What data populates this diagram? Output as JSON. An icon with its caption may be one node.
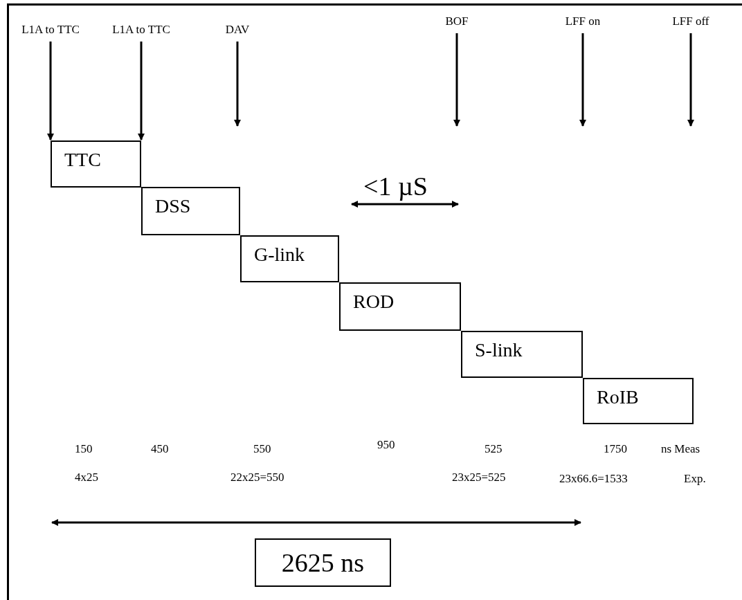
{
  "diagram": {
    "nodes": [
      {
        "text": [
          "L1A to TTC"
        ]
      },
      {
        "text": [
          "L1A to TTC"
        ]
      },
      {
        "text": [
          "DAV"
        ]
      },
      {
        "text": [
          "BOF"
        ]
      },
      {
        "text": [
          "LFF on"
        ]
      },
      {
        "text": [
          "LFF off"
        ]
      },
      {
        "text": [
          "TTC"
        ]
      },
      {
        "text": [
          "DSS"
        ]
      },
      {
        "text": [
          "G-link"
        ]
      },
      {
        "text": [
          "ROD"
        ]
      },
      {
        "text": [
          "S-link"
        ]
      },
      {
        "text": [
          "RoIB"
        ]
      },
      {
        "text": [
          "2625 ns"
        ]
      }
    ],
    "edges": [
      {
        "from": 0,
        "to": 6,
        "arrow": "to"
      },
      {
        "from": 1,
        "to": 6,
        "arrow": "to"
      },
      {
        "from": 2,
        "to": null,
        "arrow": "to"
      },
      {
        "from": 3,
        "to": null,
        "arrow": "to"
      },
      {
        "from": 4,
        "to": null,
        "arrow": "to"
      },
      {
        "from": 5,
        "to": null,
        "arrow": "to"
      }
    ],
    "labels": [
      "<1 µS",
      "150",
      "450",
      "550",
      "950",
      "525",
      "1750",
      "ns Meas",
      "4x25",
      "22x25=550",
      "23x25=525",
      "23x66.6=1533",
      "Exp."
    ]
  }
}
